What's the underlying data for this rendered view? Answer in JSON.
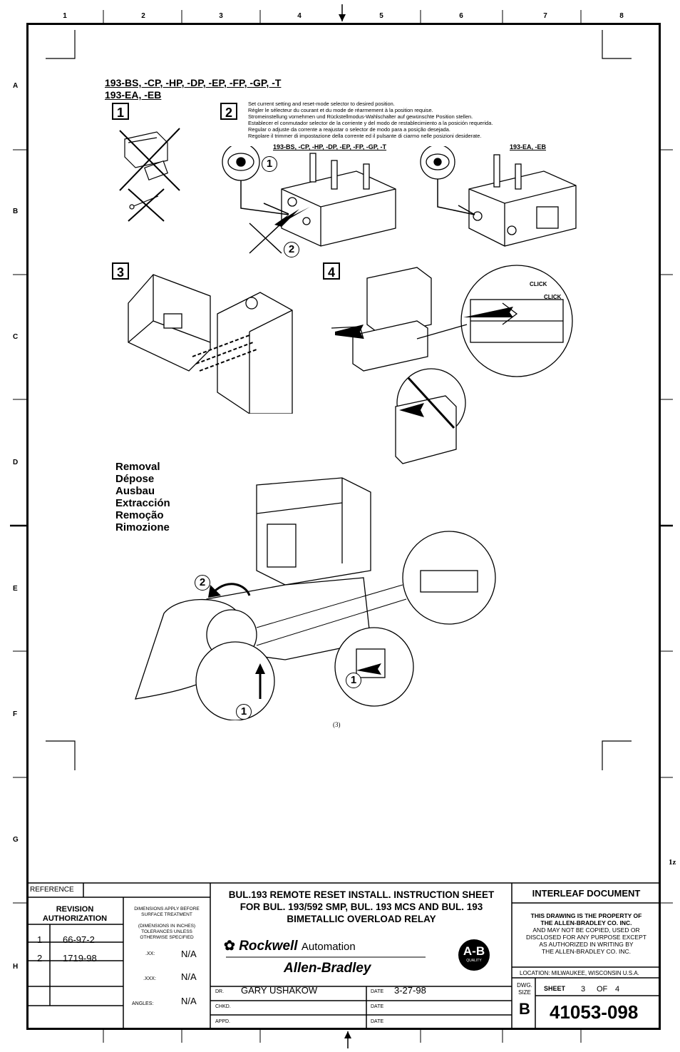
{
  "zones": {
    "columns": [
      "1",
      "2",
      "3",
      "4",
      "5",
      "6",
      "7",
      "8"
    ],
    "rows": [
      "A",
      "B",
      "C",
      "D",
      "E",
      "F",
      "G",
      "H"
    ]
  },
  "header": {
    "model_line_1": "193-BS, -CP, -HP, -DP, -EP, -FP, -GP, -T",
    "model_line_2": "193-EA, -EB"
  },
  "steps": {
    "step1": "1",
    "step2": "2",
    "step3": "3",
    "step4": "4"
  },
  "instructions": [
    "Set  current setting and reset-mode selector to desired position.",
    "Régler le sélecteur du courant et du mode de réarmement à la position requise.",
    "Stromeinstellung vornehmen und Rückstellmodus-Wahlschalter auf gewünschte Position stellen.",
    "Establecer el conmutador selector de la corriente y del modo de restablecimiento a la posición requerida.",
    "Regular o adjuste da corrente a reajustar o selector de modo para a posição desejada.",
    "Regolare il trimmer di impostazione della corrente ed il pulsante di ciarmo nelle posizioni desiderate."
  ],
  "sublabels": {
    "left": "193-BS, -CP, -HP, -DP, -EP, -FP, -GP, -T",
    "right": "193-EA, -EB"
  },
  "callouts": {
    "one": "1",
    "two": "2",
    "click1": "CLICK",
    "click2": "CLICK"
  },
  "removal": [
    "Removal",
    "Dépose",
    "Ausbau",
    "Extracción",
    "Remoção",
    "Rimozione"
  ],
  "page_marker": "(3)",
  "side_code": "1z",
  "title_block": {
    "reference_label": "REFERENCE",
    "revision_auth": "REVISION AUTHORIZATION",
    "revisions": [
      {
        "num": "1",
        "auth": "66-97-2"
      },
      {
        "num": "2",
        "auth": "1719-98"
      }
    ],
    "dims_note_1": "DIMENSIONS APPLY BEFORE SURFACE TREATMENT",
    "dims_note_2": "(DIMENSIONS IN INCHES) TOLERANCES UNLESS OTHERWISE SPECIFIED",
    "tol_xx_label": ".XX:",
    "tol_xx": "N/A",
    "tol_xxx_label": ".XXX:",
    "tol_xxx": "N/A",
    "angles_label": "ANGLES:",
    "angles": "N/A",
    "title_line_1": "BUL.193 REMOTE RESET INSTALL. INSTRUCTION SHEET",
    "title_line_2": "FOR BUL. 193/592 SMP, BUL. 193 MCS AND BUL. 193",
    "title_line_3": "BIMETALLIC OVERLOAD RELAY",
    "brand_1": "Rockwell",
    "brand_1b": "Automation",
    "brand_2": "Allen-Bradley",
    "ab_logo": "A-B",
    "ab_quality": "QUALITY",
    "dr_label": "DR.",
    "dr_value": "GARY USHAKOW",
    "date_label": "DATE",
    "date_value": "3-27-98",
    "chkd_label": "CHKD.",
    "appd_label": "APPD.",
    "interleaf": "INTERLEAF  DOCUMENT",
    "property_1": "THIS DRAWING IS THE PROPERTY OF",
    "property_2": "THE ALLEN-BRADLEY  CO. INC.",
    "property_3": "AND MAY NOT BE COPIED, USED OR",
    "property_4": "DISCLOSED FOR ANY PURPOSE EXCEPT",
    "property_5": "AS AUTHORIZED IN WRITING BY",
    "property_6": "THE ALLEN-BRADLEY  CO. INC.",
    "location": "LOCATION:  MILWAUKEE,  WISCONSIN  U.S.A.",
    "dwg_size_label": "DWG. SIZE",
    "dwg_size": "B",
    "sheet_label": "SHEET",
    "sheet_num": "3",
    "sheet_of": "OF",
    "sheet_total": "4",
    "dwg_number": "41053-098"
  }
}
